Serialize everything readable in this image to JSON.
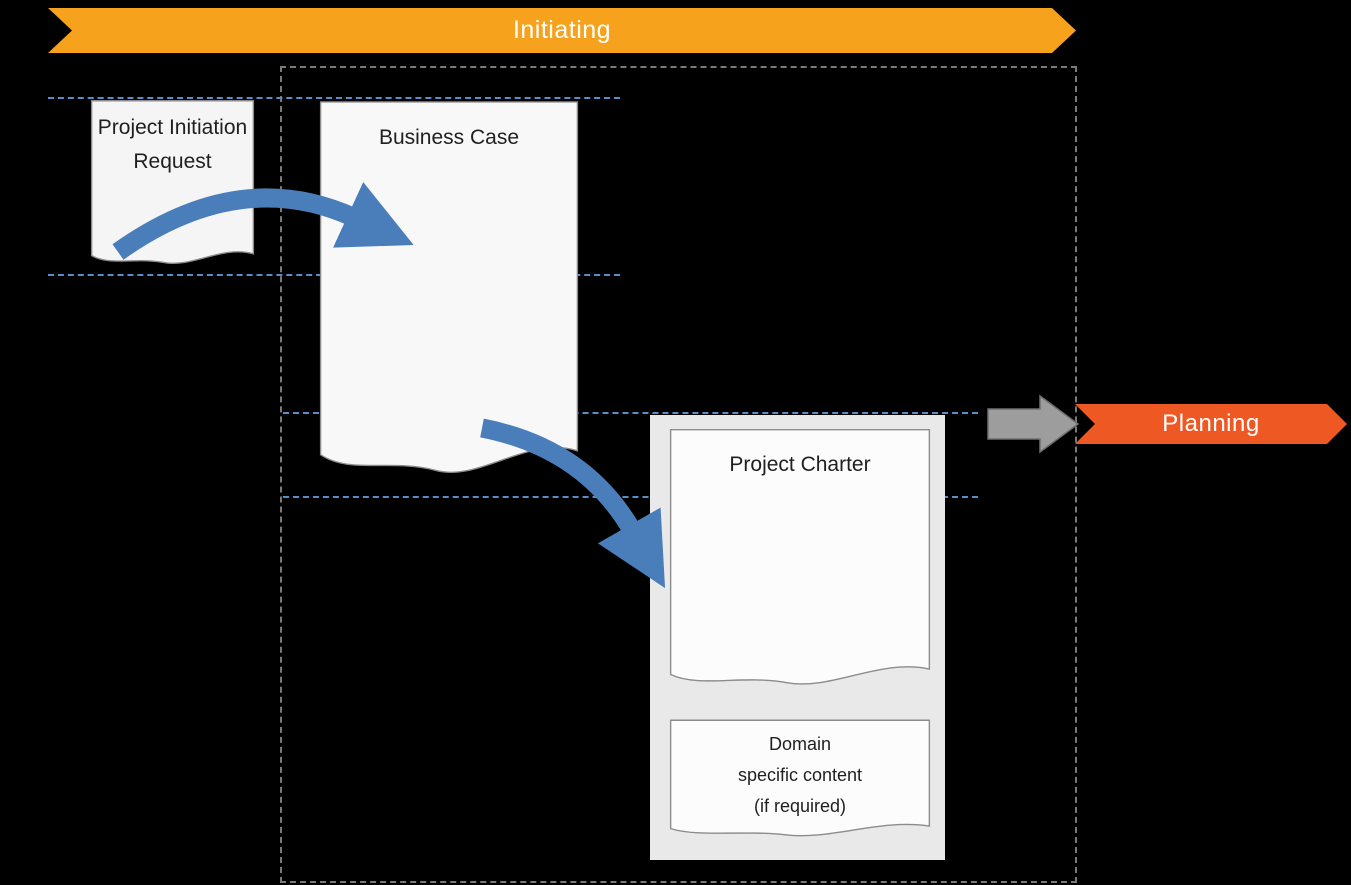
{
  "banners": {
    "initiating": {
      "label": "Initiating",
      "color": "#F6A21D"
    },
    "planning": {
      "label": "Planning",
      "color": "#EE5822"
    }
  },
  "documents": {
    "project_initiation_request": {
      "label": "Project Initiation Request"
    },
    "business_case": {
      "label": "Business Case"
    },
    "project_charter": {
      "label": "Project Charter"
    },
    "domain_specific": {
      "line1": "Domain",
      "line2": "specific  content",
      "line3": "(if required)"
    }
  },
  "colors": {
    "initiating_banner": "#F6A21D",
    "planning_banner": "#EE5822",
    "curved_arrow_blue": "#4A7EBB",
    "guide_line_blue": "#5B8DC8",
    "document_fill": "#F8F8F8",
    "charter_panel_fill": "#E9E9E9",
    "flow_arrow_gray": "#9D9D9D",
    "container_border_gray": "#7A7A7A",
    "background": "#000000"
  }
}
